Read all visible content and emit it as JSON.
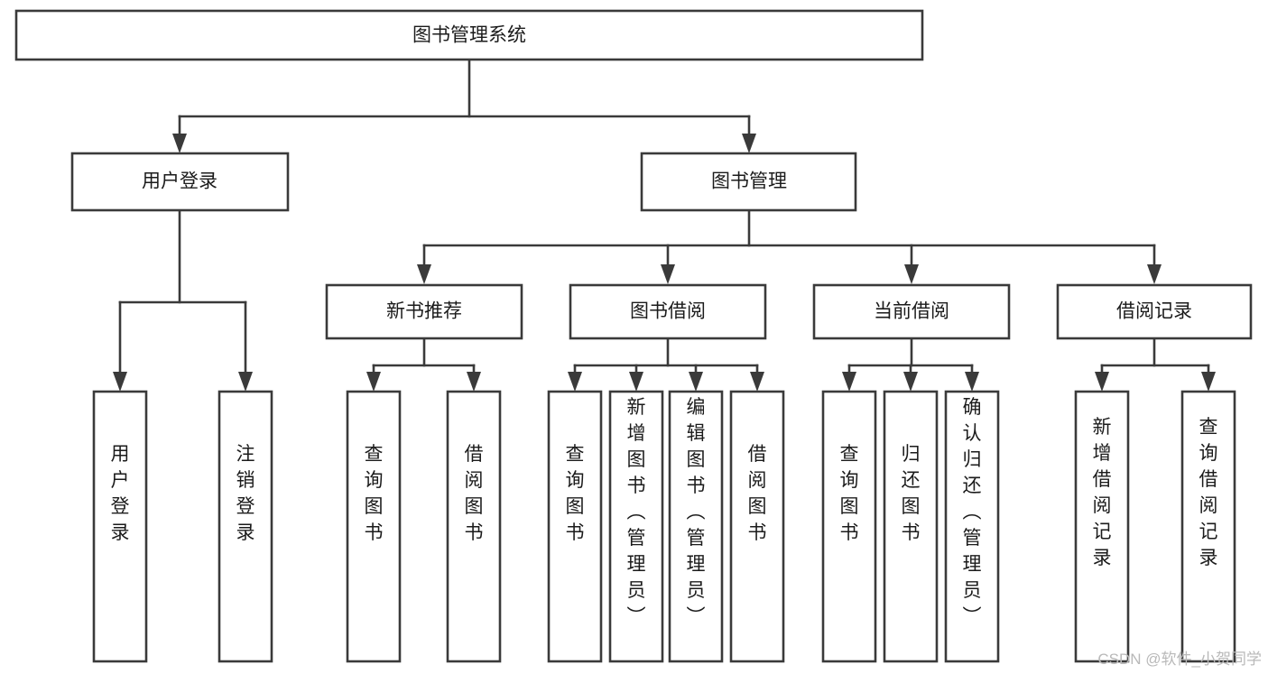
{
  "diagram": {
    "title": "图书管理系统",
    "type": "tree-hierarchy-chart",
    "orientation": "top-down",
    "colors": {
      "stroke": "#3a3a3a",
      "fill": "#ffffff",
      "text": "#1b1b1b",
      "watermark": "#b9b9b9",
      "background": "#ffffff"
    },
    "root": {
      "label": "图书管理系统"
    },
    "level2": [
      {
        "label": "用户登录"
      },
      {
        "label": "图书管理"
      }
    ],
    "level3": [
      {
        "label": "新书推荐"
      },
      {
        "label": "图书借阅"
      },
      {
        "label": "当前借阅"
      },
      {
        "label": "借阅记录"
      }
    ],
    "leaves_user_login": [
      {
        "label": "用户登录"
      },
      {
        "label": "注销登录"
      }
    ],
    "leaves_new_book": [
      {
        "label": "查询图书"
      },
      {
        "label": "借阅图书"
      }
    ],
    "leaves_book_borrow": [
      {
        "label": "查询图书"
      },
      {
        "label": "新增图书（管理员）"
      },
      {
        "label": "编辑图书（管理员）"
      },
      {
        "label": "借阅图书"
      }
    ],
    "leaves_current_borrow": [
      {
        "label": "查询图书"
      },
      {
        "label": "归还图书"
      },
      {
        "label": "确认归还（管理员）"
      }
    ],
    "leaves_borrow_record": [
      {
        "label": "新增借阅记录"
      },
      {
        "label": "查询借阅记录"
      }
    ],
    "watermark": "CSDN @软件_小贺同学"
  }
}
